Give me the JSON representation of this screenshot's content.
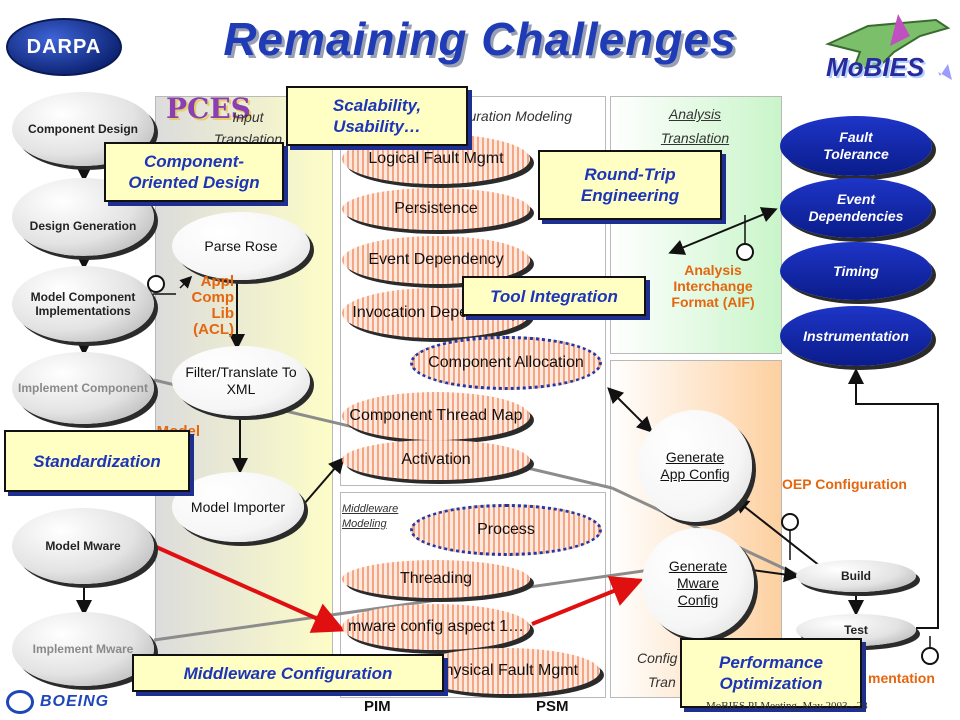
{
  "title": "Remaining Challenges",
  "logos": {
    "darpa": "DARPA",
    "pces": "PCES",
    "mobies": "MoBIES",
    "boeing": "BOEING"
  },
  "left_column": [
    {
      "label": "Component Design",
      "style": "normal"
    },
    {
      "label": "Design Generation",
      "style": "normal"
    },
    {
      "label": "Model Component Implementations",
      "style": "normal"
    },
    {
      "label": "Implement Component",
      "style": "dim"
    },
    {
      "label": "Model Mware",
      "style": "normal"
    },
    {
      "label": "Implement Mware",
      "style": "dim"
    }
  ],
  "input_translation": {
    "header": "Input Translation",
    "parse": "Parse Rose",
    "filter": "Filter/Translate To XML",
    "importer": "Model Importer",
    "acl": "Appl Comp Lib (ACL)",
    "model_partial": "Model"
  },
  "configuration_modeling": {
    "header": "Configuration Modeling",
    "items": [
      {
        "label": "Logical Fault Mgmt",
        "style": "stripe"
      },
      {
        "label": "Persistence",
        "style": "stripe"
      },
      {
        "label": "Event Dependency",
        "style": "stripe"
      },
      {
        "label": "Invocation Dependency",
        "style": "stripe"
      },
      {
        "label": "Component Allocation",
        "style": "dashed"
      },
      {
        "label": "Component Thread Map",
        "style": "stripe"
      },
      {
        "label": "Activation",
        "style": "stripe"
      }
    ]
  },
  "middleware_modeling": {
    "header": "Middleware Modeling",
    "items": [
      {
        "label": "Process",
        "style": "dashed"
      },
      {
        "label": "Threading",
        "style": "stripe"
      },
      {
        "label": "mware config aspect 1…",
        "style": "stripe"
      },
      {
        "label": "Physical Fault Mgmt",
        "style": "stripe"
      }
    ]
  },
  "analysis": {
    "header": "Analysis Translation",
    "format": "Analysis Interchange Format (AIF)"
  },
  "config_translation": {
    "header_partial_1": "Config",
    "header_partial_2": "Tran",
    "generate_app": "Generate App Config",
    "generate_mware": "Generate Mware Config"
  },
  "right_column": [
    "Fault Tolerance",
    "Event Dependencies",
    "Timing",
    "Instrumentation"
  ],
  "build": "Build",
  "test": "Test",
  "oep_configuration": "OEP Configuration",
  "implementation_partial": "mentation",
  "callouts": {
    "scalability": "Scalability, Usability…",
    "component_oriented": "Component-Oriented Design",
    "round_trip": "Round-Trip Engineering",
    "tool_integration": "Tool Integration",
    "standardization": "Standardization",
    "middleware_config": "Middleware Configuration",
    "performance": "Performance Optimization"
  },
  "bottom": {
    "pim": "PIM",
    "psm": "PSM",
    "footer": "MoBIES PI Meeting, May 2003 - 28"
  },
  "colors": {
    "title": "#1f3bb5",
    "callout_bg": "#ffffc4",
    "orange": "#e4660f",
    "blue_ellipse": "#0f22a0",
    "arrow_red": "#e01010"
  }
}
